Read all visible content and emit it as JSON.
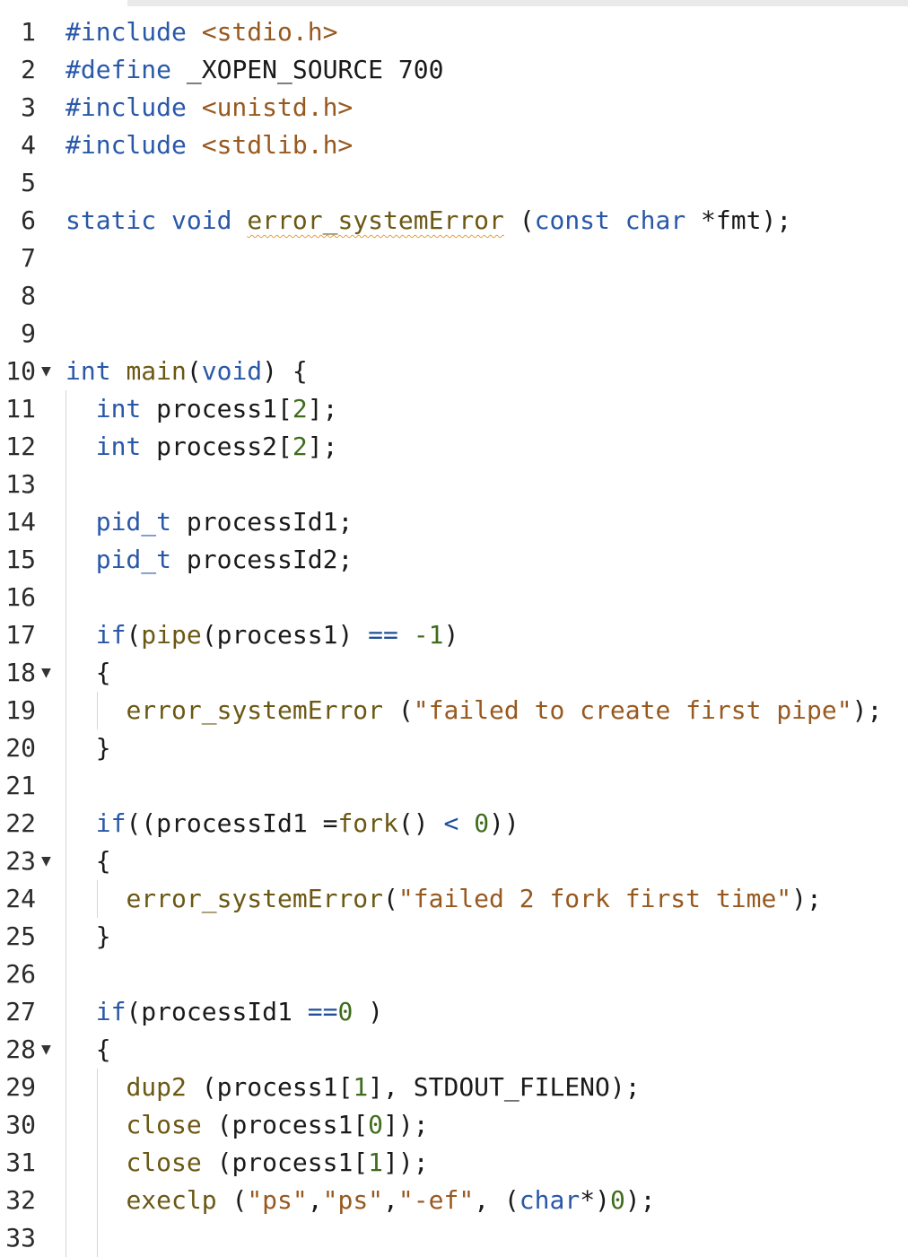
{
  "editor": {
    "lines": [
      {
        "num": "1",
        "fold": false,
        "tokens": [
          {
            "t": "#include",
            "c": "pp"
          },
          {
            "t": " "
          },
          {
            "t": "<stdio.h>",
            "c": "inc"
          }
        ]
      },
      {
        "num": "2",
        "fold": false,
        "tokens": [
          {
            "t": "#define",
            "c": "pp"
          },
          {
            "t": " _XOPEN_SOURCE 700"
          }
        ]
      },
      {
        "num": "3",
        "fold": false,
        "tokens": [
          {
            "t": "#include",
            "c": "pp"
          },
          {
            "t": " "
          },
          {
            "t": "<unistd.h>",
            "c": "inc"
          }
        ]
      },
      {
        "num": "4",
        "fold": false,
        "tokens": [
          {
            "t": "#include",
            "c": "pp"
          },
          {
            "t": " "
          },
          {
            "t": "<stdlib.h>",
            "c": "inc"
          }
        ]
      },
      {
        "num": "5",
        "fold": false,
        "tokens": []
      },
      {
        "num": "6",
        "fold": false,
        "tokens": [
          {
            "t": "static",
            "c": "kw"
          },
          {
            "t": " "
          },
          {
            "t": "void",
            "c": "kw"
          },
          {
            "t": " "
          },
          {
            "t": "error_systemError",
            "c": "fn",
            "u": true
          },
          {
            "t": " ("
          },
          {
            "t": "const",
            "c": "kw"
          },
          {
            "t": " "
          },
          {
            "t": "char",
            "c": "kw"
          },
          {
            "t": " *fmt);"
          }
        ]
      },
      {
        "num": "7",
        "fold": false,
        "tokens": []
      },
      {
        "num": "8",
        "fold": false,
        "tokens": []
      },
      {
        "num": "9",
        "fold": false,
        "tokens": []
      },
      {
        "num": "10",
        "fold": true,
        "tokens": [
          {
            "t": "int",
            "c": "kw"
          },
          {
            "t": " "
          },
          {
            "t": "main",
            "c": "fn"
          },
          {
            "t": "("
          },
          {
            "t": "void",
            "c": "kw"
          },
          {
            "t": ") {"
          }
        ]
      },
      {
        "num": "11",
        "fold": false,
        "guides": [
          1
        ],
        "tokens": [
          {
            "t": "  "
          },
          {
            "t": "int",
            "c": "kw"
          },
          {
            "t": " process1["
          },
          {
            "t": "2",
            "c": "num"
          },
          {
            "t": "];"
          }
        ]
      },
      {
        "num": "12",
        "fold": false,
        "guides": [
          1
        ],
        "tokens": [
          {
            "t": "  "
          },
          {
            "t": "int",
            "c": "kw"
          },
          {
            "t": " process2["
          },
          {
            "t": "2",
            "c": "num"
          },
          {
            "t": "];"
          }
        ]
      },
      {
        "num": "13",
        "fold": false,
        "guides": [
          1
        ],
        "tokens": []
      },
      {
        "num": "14",
        "fold": false,
        "guides": [
          1
        ],
        "tokens": [
          {
            "t": "  "
          },
          {
            "t": "pid_t",
            "c": "kw"
          },
          {
            "t": " processId1;"
          }
        ]
      },
      {
        "num": "15",
        "fold": false,
        "guides": [
          1
        ],
        "tokens": [
          {
            "t": "  "
          },
          {
            "t": "pid_t",
            "c": "kw"
          },
          {
            "t": " processId2;"
          }
        ]
      },
      {
        "num": "16",
        "fold": false,
        "guides": [
          1
        ],
        "tokens": []
      },
      {
        "num": "17",
        "fold": false,
        "guides": [
          1
        ],
        "tokens": [
          {
            "t": "  "
          },
          {
            "t": "if",
            "c": "kw"
          },
          {
            "t": "("
          },
          {
            "t": "pipe",
            "c": "fn"
          },
          {
            "t": "(process1) "
          },
          {
            "t": "==",
            "c": "op"
          },
          {
            "t": " "
          },
          {
            "t": "-1",
            "c": "num"
          },
          {
            "t": ")"
          }
        ]
      },
      {
        "num": "18",
        "fold": true,
        "guides": [
          1
        ],
        "tokens": [
          {
            "t": "  {"
          }
        ]
      },
      {
        "num": "19",
        "fold": false,
        "guides": [
          1,
          2
        ],
        "tokens": [
          {
            "t": "    "
          },
          {
            "t": "error_systemError",
            "c": "fn"
          },
          {
            "t": " ("
          },
          {
            "t": "\"failed to create first pipe\"",
            "c": "str"
          },
          {
            "t": ");"
          }
        ]
      },
      {
        "num": "20",
        "fold": false,
        "guides": [
          1
        ],
        "tokens": [
          {
            "t": "  }"
          }
        ]
      },
      {
        "num": "21",
        "fold": false,
        "guides": [
          1
        ],
        "tokens": []
      },
      {
        "num": "22",
        "fold": false,
        "guides": [
          1
        ],
        "tokens": [
          {
            "t": "  "
          },
          {
            "t": "if",
            "c": "kw"
          },
          {
            "t": "((processId1 ="
          },
          {
            "t": "fork",
            "c": "fn"
          },
          {
            "t": "() "
          },
          {
            "t": "<",
            "c": "op"
          },
          {
            "t": " "
          },
          {
            "t": "0",
            "c": "num"
          },
          {
            "t": "))"
          }
        ]
      },
      {
        "num": "23",
        "fold": true,
        "guides": [
          1
        ],
        "tokens": [
          {
            "t": "  {"
          }
        ]
      },
      {
        "num": "24",
        "fold": false,
        "guides": [
          1,
          2
        ],
        "tokens": [
          {
            "t": "    "
          },
          {
            "t": "error_systemError",
            "c": "fn"
          },
          {
            "t": "("
          },
          {
            "t": "\"failed 2 fork first time\"",
            "c": "str"
          },
          {
            "t": ");"
          }
        ]
      },
      {
        "num": "25",
        "fold": false,
        "guides": [
          1
        ],
        "tokens": [
          {
            "t": "  }"
          }
        ]
      },
      {
        "num": "26",
        "fold": false,
        "guides": [
          1
        ],
        "tokens": []
      },
      {
        "num": "27",
        "fold": false,
        "guides": [
          1
        ],
        "tokens": [
          {
            "t": "  "
          },
          {
            "t": "if",
            "c": "kw"
          },
          {
            "t": "(processId1 "
          },
          {
            "t": "==",
            "c": "op"
          },
          {
            "t": "0",
            "c": "num"
          },
          {
            "t": " )"
          }
        ]
      },
      {
        "num": "28",
        "fold": true,
        "guides": [
          1
        ],
        "tokens": [
          {
            "t": "  {"
          }
        ]
      },
      {
        "num": "29",
        "fold": false,
        "guides": [
          1,
          2
        ],
        "tokens": [
          {
            "t": "    "
          },
          {
            "t": "dup2",
            "c": "fn"
          },
          {
            "t": " (process1["
          },
          {
            "t": "1",
            "c": "num"
          },
          {
            "t": "], STDOUT_FILENO);"
          }
        ]
      },
      {
        "num": "30",
        "fold": false,
        "guides": [
          1,
          2
        ],
        "tokens": [
          {
            "t": "    "
          },
          {
            "t": "close",
            "c": "fn"
          },
          {
            "t": " (process1["
          },
          {
            "t": "0",
            "c": "num"
          },
          {
            "t": "]);"
          }
        ]
      },
      {
        "num": "31",
        "fold": false,
        "guides": [
          1,
          2
        ],
        "tokens": [
          {
            "t": "    "
          },
          {
            "t": "close",
            "c": "fn"
          },
          {
            "t": " (process1["
          },
          {
            "t": "1",
            "c": "num"
          },
          {
            "t": "]);"
          }
        ]
      },
      {
        "num": "32",
        "fold": false,
        "guides": [
          1,
          2
        ],
        "tokens": [
          {
            "t": "    "
          },
          {
            "t": "execlp",
            "c": "fn"
          },
          {
            "t": " ("
          },
          {
            "t": "\"ps\"",
            "c": "str"
          },
          {
            "t": ","
          },
          {
            "t": "\"ps\"",
            "c": "str"
          },
          {
            "t": ","
          },
          {
            "t": "\"-ef\"",
            "c": "str"
          },
          {
            "t": ", ("
          },
          {
            "t": "char",
            "c": "kw"
          },
          {
            "t": "*)"
          },
          {
            "t": "0",
            "c": "num"
          },
          {
            "t": ");"
          }
        ]
      },
      {
        "num": "33",
        "fold": false,
        "guides": [
          1,
          2
        ],
        "tokens": []
      }
    ],
    "fold_icon": "fold-arrow-down-icon",
    "colors": {
      "keyword": "#2958a8",
      "function": "#6b5813",
      "string": "#98591f",
      "number": "#3f6d1c"
    }
  }
}
